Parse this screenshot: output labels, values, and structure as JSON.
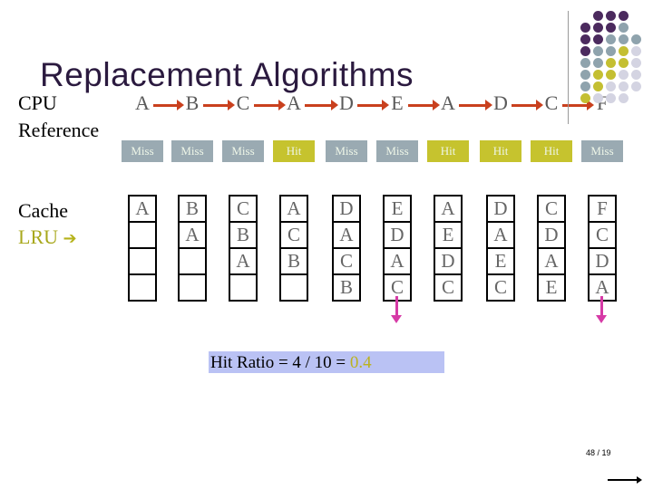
{
  "title": "Replacement Algorithms",
  "labels": {
    "cpu": "CPU",
    "reference": "Reference",
    "cache": "Cache",
    "lru": "LRU",
    "lru_arrow": "➔"
  },
  "references": [
    "A",
    "B",
    "C",
    "A",
    "D",
    "E",
    "A",
    "D",
    "C",
    "F"
  ],
  "results": [
    "Miss",
    "Miss",
    "Miss",
    "Hit",
    "Miss",
    "Miss",
    "Hit",
    "Hit",
    "Hit",
    "Miss"
  ],
  "cache_states": [
    [
      "A",
      "",
      "",
      ""
    ],
    [
      "B",
      "A",
      "",
      ""
    ],
    [
      "C",
      "B",
      "A",
      ""
    ],
    [
      "A",
      "C",
      "B",
      ""
    ],
    [
      "D",
      "A",
      "C",
      "B"
    ],
    [
      "E",
      "D",
      "A",
      "C"
    ],
    [
      "A",
      "E",
      "D",
      "C"
    ],
    [
      "D",
      "A",
      "E",
      "C"
    ],
    [
      "C",
      "D",
      "A",
      "E"
    ],
    [
      "F",
      "C",
      "D",
      "A"
    ]
  ],
  "evictions": [
    false,
    false,
    false,
    false,
    false,
    true,
    false,
    false,
    false,
    true
  ],
  "hit_ratio": {
    "text": "Hit Ratio = 4 / 10 = ",
    "value": "0.4"
  },
  "page_number": "48 / 19",
  "colors": {
    "arrow": "#c9401e",
    "miss": "#9aaab2",
    "hit": "#c6c32e",
    "evict_arrow": "#d63aa6",
    "ratio_bg": "#bac2f4",
    "dot_purple": "#4b2a5e",
    "dot_gray": "#8fa3ad",
    "dot_yellow": "#c4bf32",
    "dot_light": "#d4d4e2"
  }
}
